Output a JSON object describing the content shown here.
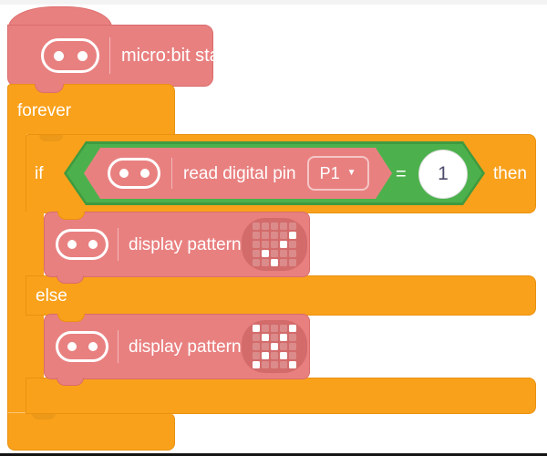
{
  "workspace": {
    "hat_block": {
      "label": "micro:bit starts",
      "icon": "microbit-face-icon"
    },
    "forever_block": {
      "label": "forever"
    },
    "if_block": {
      "if_label": "if",
      "then_label": "then",
      "else_label": "else",
      "condition": {
        "left_block": {
          "label": "read digital pin",
          "dropdown_value": "P1",
          "dropdown_arrow": "▼",
          "icon": "microbit-face-icon"
        },
        "operator": "=",
        "value": "1"
      }
    },
    "then_branch": {
      "label": "display pattern",
      "pattern_name": "checkmark",
      "pattern": [
        [
          0,
          0,
          0,
          0,
          0
        ],
        [
          0,
          0,
          0,
          0,
          1
        ],
        [
          0,
          0,
          0,
          1,
          0
        ],
        [
          0,
          1,
          0,
          0,
          0
        ],
        [
          0,
          0,
          1,
          0,
          0
        ]
      ]
    },
    "else_branch": {
      "label": "display pattern",
      "pattern_name": "cross",
      "pattern": [
        [
          1,
          0,
          0,
          0,
          1
        ],
        [
          0,
          1,
          0,
          1,
          0
        ],
        [
          0,
          0,
          1,
          0,
          0
        ],
        [
          0,
          1,
          0,
          1,
          0
        ],
        [
          1,
          0,
          0,
          0,
          1
        ]
      ]
    },
    "colors": {
      "control_orange": "#f9a11b",
      "microbit_pink": "#e98080",
      "logic_green": "#4cb14c",
      "logic_green_border": "#3f9a3f",
      "number_text": "#4c4c6c"
    }
  }
}
